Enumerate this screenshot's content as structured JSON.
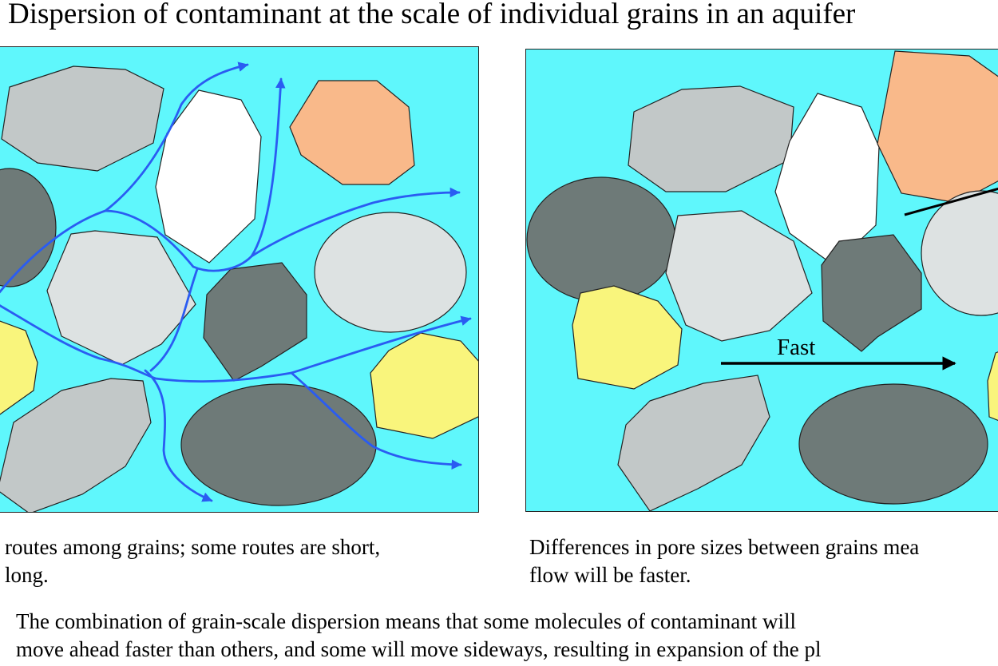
{
  "title": "Dispersion of contaminant at the scale of individual grains in an aquifer",
  "panels": {
    "left": {
      "caption_lines": [
        "routes among grains; some routes are short,",
        "long."
      ]
    },
    "right": {
      "arrow_label": "Fast",
      "caption_lines": [
        "Differences in pore sizes between grains mea",
        "flow will be faster."
      ]
    }
  },
  "summary_lines": [
    "The combination of grain-scale dispersion means that some molecules of contaminant will",
    "move ahead faster than others, and some will move sideways, resulting in expansion of the pl"
  ],
  "colors": {
    "pore_water": "#5ff7fc",
    "flow_path": "#2a5cf2",
    "grain_dark": "#6e7a78",
    "grain_gray": "#c2c8c8",
    "grain_light": "#dde2e2",
    "grain_white": "#ffffff",
    "grain_orange": "#f9b98a",
    "grain_yellow": "#f9f57c"
  }
}
